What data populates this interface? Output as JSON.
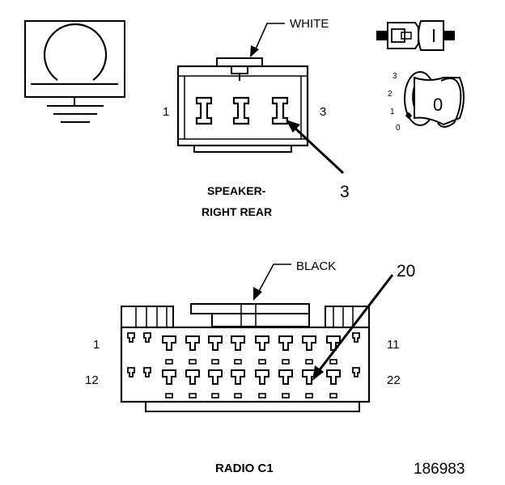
{
  "speaker_connector": {
    "color_label": "WHITE",
    "pin_left": "1",
    "pin_right": "3",
    "callout": "3",
    "caption_line1": "SPEAKER-",
    "caption_line2": "RIGHT REAR"
  },
  "radio_connector": {
    "color_label": "BLACK",
    "callout": "20",
    "top_left_pin": "1",
    "top_right_pin": "11",
    "bottom_left_pin": "12",
    "bottom_right_pin": "22",
    "caption": "RADIO C1"
  },
  "ignition_positions": [
    "3",
    "2",
    "1",
    "0"
  ],
  "key_label": "0",
  "figure_number": "186983"
}
